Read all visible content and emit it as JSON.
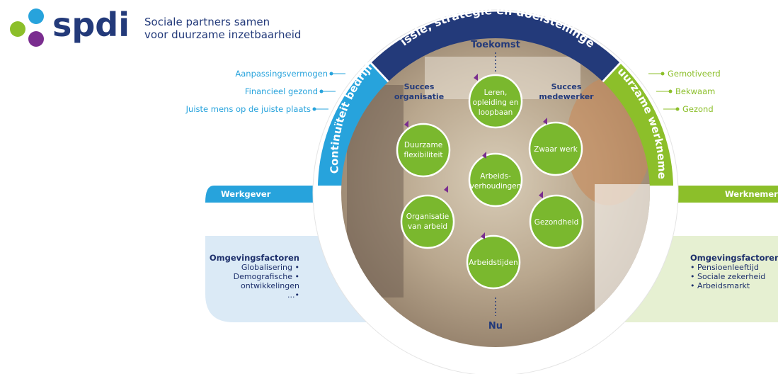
{
  "logo": {
    "word": "spdi",
    "tagline_line1": "Sociale partners samen",
    "tagline_line2": "voor duurzame inzetbaarheid"
  },
  "ring": {
    "top": "Missie, strategie en doelstellingen",
    "left": "Continuïteit bedrijf",
    "right": "Duurzame werknemer"
  },
  "axis": {
    "top": "Toekomst",
    "bottom": "Nu"
  },
  "headers": {
    "left_line1": "Succes",
    "left_line2": "organisatie",
    "right_line1": "Succes",
    "right_line2": "medewerker"
  },
  "circles": {
    "top_l1": "Leren,",
    "top_l2": "opleiding en",
    "top_l3": "loopbaan",
    "ul_l1": "Duurzame",
    "ul_l2": "flexibiliteit",
    "ur": "Zwaar werk",
    "center_l1": "Arbeids-",
    "center_l2": "verhoudingen",
    "ll_l1": "Organisatie",
    "ll_l2": "van arbeid",
    "lr": "Gezondheid",
    "bottom": "Arbeidstijden"
  },
  "employer": {
    "items": [
      "Aanpassingsvermogen",
      "Financieel gezond",
      "Juiste mens op de juiste plaats"
    ],
    "band": "Werkgever",
    "factors_title": "Omgevingsfactoren",
    "factors": [
      "Globalisering •",
      "Demografische •",
      "ontwikkelingen",
      "...•"
    ]
  },
  "employee": {
    "items": [
      "Gemotiveerd",
      "Bekwaam",
      "Gezond"
    ],
    "band": "Werknemer",
    "factors_title": "Omgevingsfactoren",
    "factors": [
      "• Pensioenleeftijd",
      "• Sociale zekerheid",
      "• Arbeidsmarkt"
    ]
  },
  "colors": {
    "navy": "#233a7a",
    "blue": "#27a3dc",
    "green": "#8cbf2a",
    "circle_green": "#7ab82e",
    "light_blue": "#dbeaf6",
    "light_green": "#e6f0d2",
    "purple": "#7a2d8f"
  }
}
